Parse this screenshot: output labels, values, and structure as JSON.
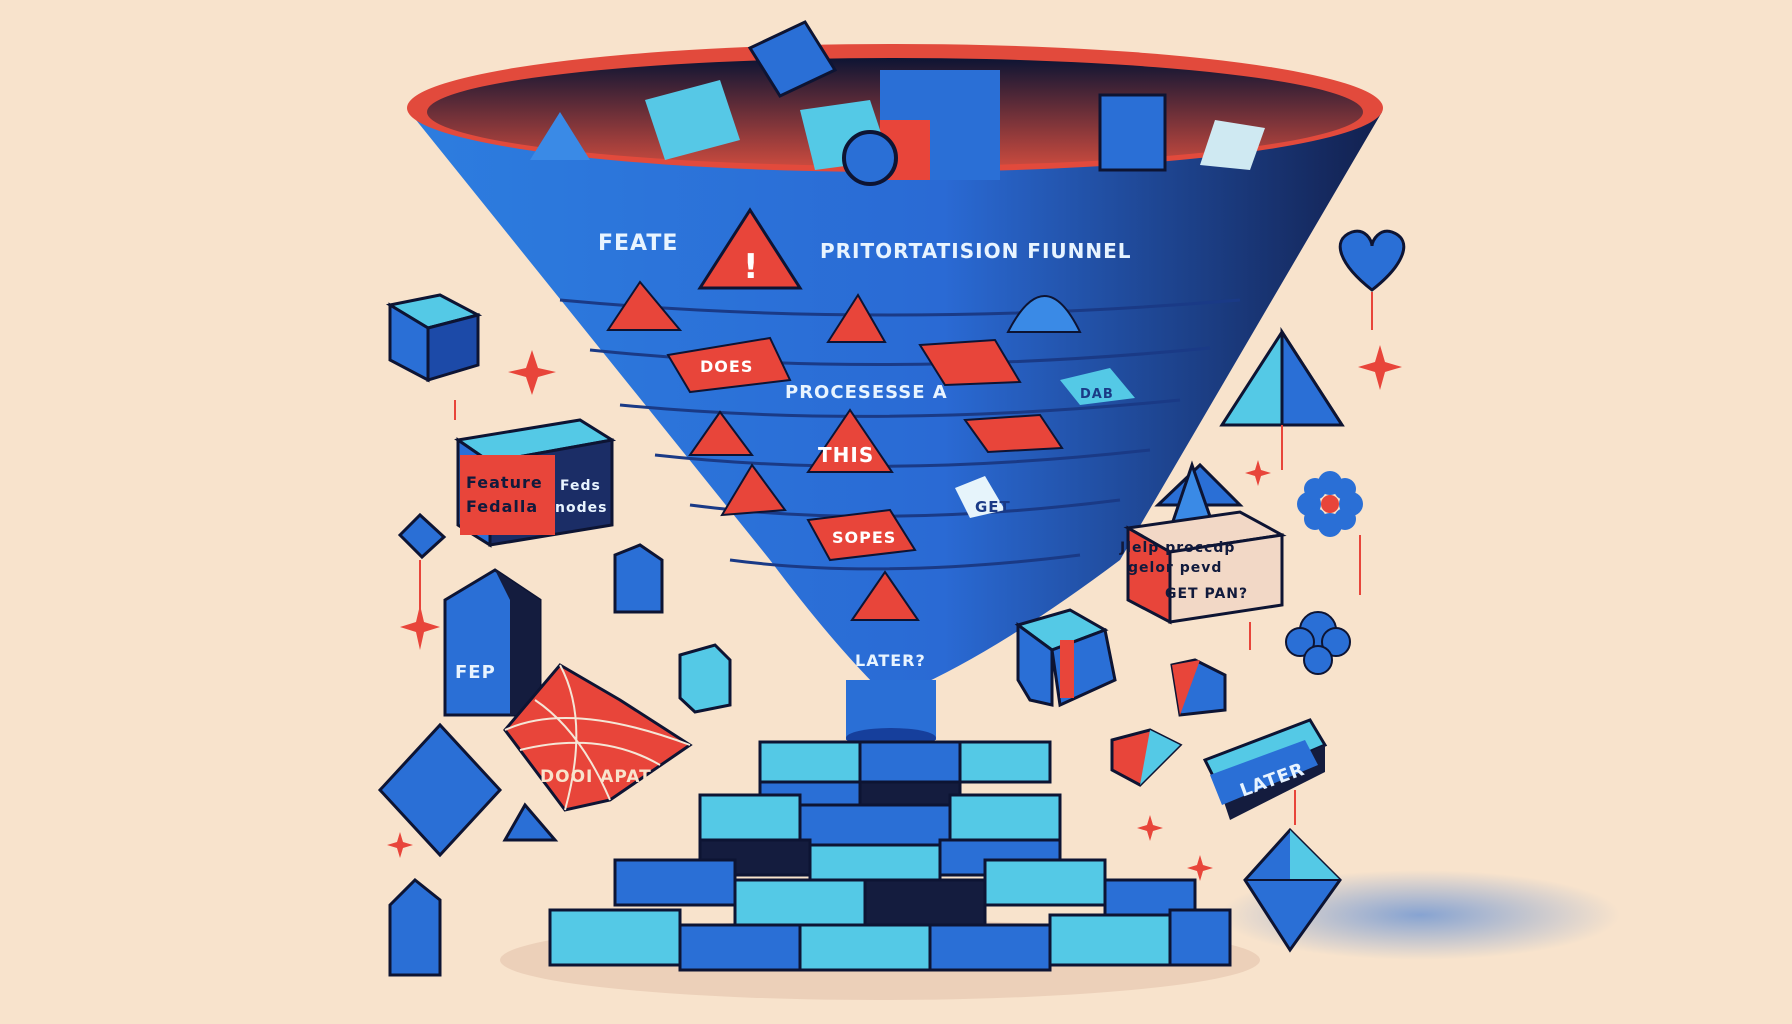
{
  "labels": {
    "funnel_left": "FEATE",
    "funnel_title": "PRITORTATISION FIUNNEL",
    "process": "PROCESESSE A",
    "does": "DOES",
    "dab": "DAB",
    "this": "THIS",
    "get": "GET",
    "sopes": "SOPES",
    "later_q": "LATER?",
    "feature_a": "Feature",
    "feature_b": "Fedalla",
    "feeds_a": "Feds",
    "feeds_b": "nodes",
    "fep": "FEP",
    "dooi_apat": "DOOI APAT",
    "help_a": "Jlelp proccdp",
    "help_b": "gelor pevd",
    "help_c": "GET PAN?",
    "later_box": "LATER",
    "exclaim": "!"
  },
  "colors": {
    "background": "#f8e3cc",
    "blue": "#2a6fd6",
    "light_blue": "#54c9e6",
    "dark_navy": "#111a3c",
    "red": "#e8453a"
  }
}
